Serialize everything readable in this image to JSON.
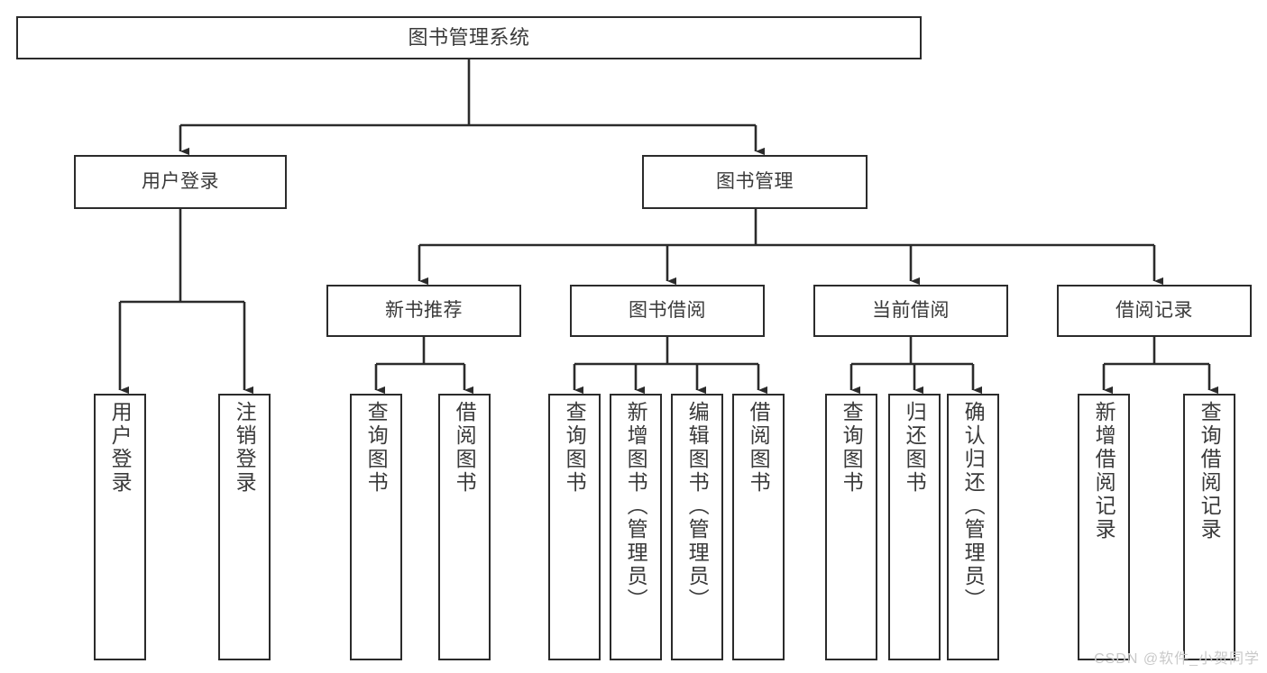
{
  "diagram": {
    "title": "图书管理系统",
    "type": "hierarchy-tree",
    "root": {
      "id": "root",
      "label": "图书管理系统"
    },
    "level1": [
      {
        "id": "user-login",
        "label": "用户登录"
      },
      {
        "id": "book-manage",
        "label": "图书管理"
      }
    ],
    "level2": [
      {
        "id": "new-book-recommend",
        "label": "新书推荐",
        "parent": "book-manage"
      },
      {
        "id": "book-borrow",
        "label": "图书借阅",
        "parent": "book-manage"
      },
      {
        "id": "current-borrow",
        "label": "当前借阅",
        "parent": "book-manage"
      },
      {
        "id": "borrow-record",
        "label": "借阅记录",
        "parent": "book-manage"
      }
    ],
    "leaves": [
      {
        "id": "leaf-user-login",
        "label": "用户登录",
        "parent": "user-login"
      },
      {
        "id": "leaf-logout",
        "label": "注销登录",
        "parent": "user-login"
      },
      {
        "id": "leaf-query-book-1",
        "label": "查询图书",
        "parent": "new-book-recommend"
      },
      {
        "id": "leaf-borrow-book-1",
        "label": "借阅图书",
        "parent": "new-book-recommend"
      },
      {
        "id": "leaf-query-book-2",
        "label": "查询图书",
        "parent": "book-borrow"
      },
      {
        "id": "leaf-add-book",
        "label": "新增图书（管理员）",
        "parent": "book-borrow"
      },
      {
        "id": "leaf-edit-book",
        "label": "编辑图书（管理员）",
        "parent": "book-borrow"
      },
      {
        "id": "leaf-borrow-book-2",
        "label": "借阅图书",
        "parent": "book-borrow"
      },
      {
        "id": "leaf-query-book-3",
        "label": "查询图书",
        "parent": "current-borrow"
      },
      {
        "id": "leaf-return-book",
        "label": "归还图书",
        "parent": "current-borrow"
      },
      {
        "id": "leaf-confirm-return",
        "label": "确认归还（管理员）",
        "parent": "current-borrow"
      },
      {
        "id": "leaf-add-record",
        "label": "新增借阅记录",
        "parent": "borrow-record"
      },
      {
        "id": "leaf-query-record",
        "label": "查询借阅记录",
        "parent": "borrow-record"
      }
    ]
  },
  "watermark": {
    "text": "CSDN @软件_小贺同学"
  },
  "colors": {
    "border": "#2b2b2b",
    "text": "#3a3a3a",
    "background": "#ffffff",
    "watermark": "#c9c9c9"
  }
}
